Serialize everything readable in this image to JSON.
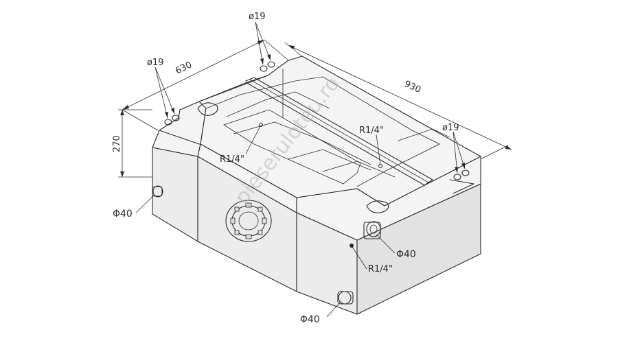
{
  "dimensions": {
    "width": "630",
    "length": "930",
    "height": "270"
  },
  "callouts": {
    "d19_top_left": "ø19",
    "d19_top_center": "ø19",
    "d19_right": "ø19",
    "r14_top_left": "R1/4\"",
    "r14_top_center": "R1/4\"",
    "r14_front_right": "R1/4\"",
    "d40_left": "Φ40",
    "d40_right": "Φ40",
    "d40_bottom": "Φ40"
  },
  "watermark": "pieseruloteu.ro"
}
